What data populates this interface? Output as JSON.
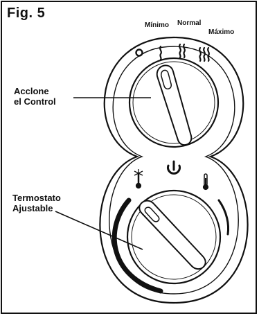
{
  "figure": {
    "title": "Fig. 5"
  },
  "heat_settings": {
    "labels": [
      "Mínimo",
      "Normal",
      "Máximo"
    ]
  },
  "callouts": {
    "control_line1": "Acclone",
    "control_line2": "el Control",
    "thermostat_line1": "Termostato",
    "thermostat_line2": "Ajustable"
  },
  "icons": {
    "off": "circle-off-icon",
    "heat_levels": [
      "heat-wave-low-icon",
      "heat-wave-medium-icon",
      "heat-wave-high-icon"
    ],
    "power": "power-icon",
    "thermometer_cold": "thermometer-cold-icon",
    "thermometer_hot": "thermometer-hot-icon"
  },
  "colors": {
    "ink": "#111111",
    "background": "#ffffff"
  }
}
